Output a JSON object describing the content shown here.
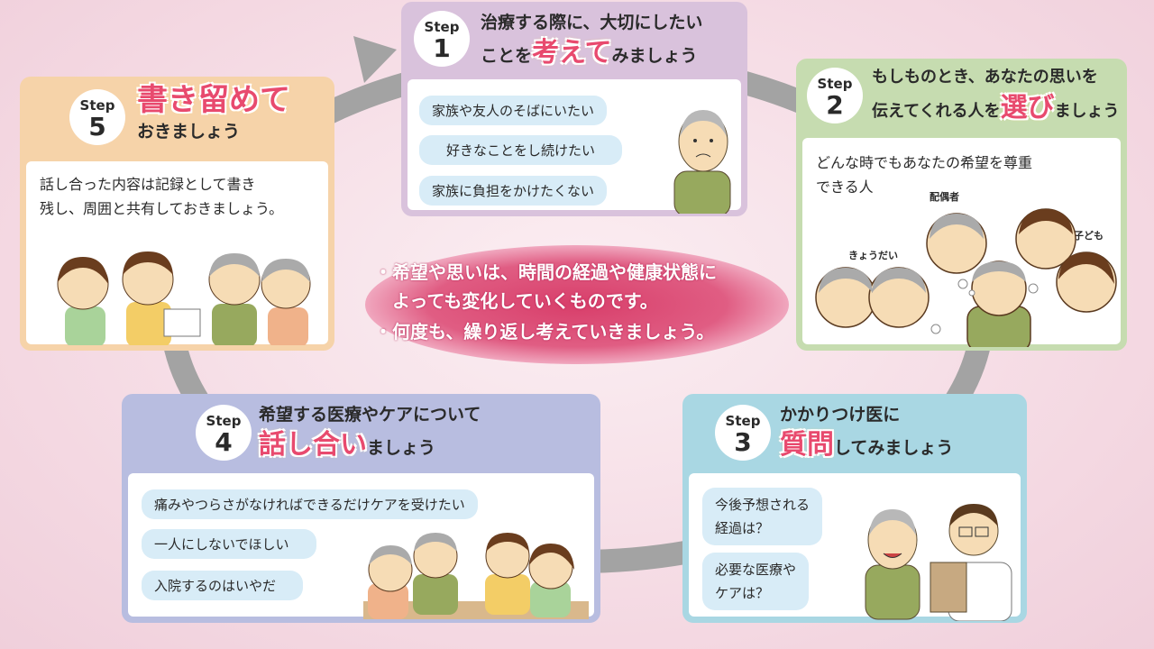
{
  "center_message": {
    "lines": [
      "・希望や思いは、時間の経過や健康状態に",
      "　よっても変化していくものです。",
      "・何度も、繰り返し考えていきましょう。"
    ]
  },
  "steps": [
    {
      "step_label": "Step",
      "number": "1",
      "title_line1": "治療する際に、大切にしたい",
      "title_pre": "ことを",
      "title_highlight": "考えて",
      "title_post": "みましょう",
      "bubbles": [
        "家族や友人のそばにいたい",
        "好きなことをし続けたい",
        "家族に負担をかけたくない"
      ],
      "color": "#d9c2dc"
    },
    {
      "step_label": "Step",
      "number": "2",
      "title_line1": "もしものとき、あなたの思いを",
      "title_pre": "伝えてくれる人を",
      "title_highlight": "選び",
      "title_post": "ましょう",
      "body": [
        "どんな時でもあなたの希望を尊重",
        "できる人"
      ],
      "labels": [
        "配偶者",
        "子ども",
        "きょうだい"
      ],
      "color": "#c6dcb0"
    },
    {
      "step_label": "Step",
      "number": "3",
      "title_line1": "かかりつけ医に",
      "title_highlight": "質問",
      "title_post": "してみましょう",
      "bubbles": [
        [
          "今後予想される",
          "経過は？"
        ],
        [
          "必要な医療や",
          "ケアは？"
        ]
      ],
      "color": "#a9d7e3"
    },
    {
      "step_label": "Step",
      "number": "4",
      "title_line1": "希望する医療やケアについて",
      "title_highlight": "話し合い",
      "title_post": "ましょう",
      "bubbles": [
        "痛みやつらさがなければできるだけケアを受けたい",
        "一人にしないでほしい",
        "入院するのはいやだ"
      ],
      "color": "#b8bde0"
    },
    {
      "step_label": "Step",
      "number": "5",
      "title_highlight": "書き留めて",
      "title_post": "おきましょう",
      "body": [
        "話し合った内容は記録として書き",
        "残し、周囲と共有しておきましょう。"
      ],
      "color": "#f6d3a9"
    }
  ],
  "colors": {
    "ring": "#a3a3a3",
    "highlight": "#e84a6e",
    "bubble": "#d8ecf7"
  }
}
